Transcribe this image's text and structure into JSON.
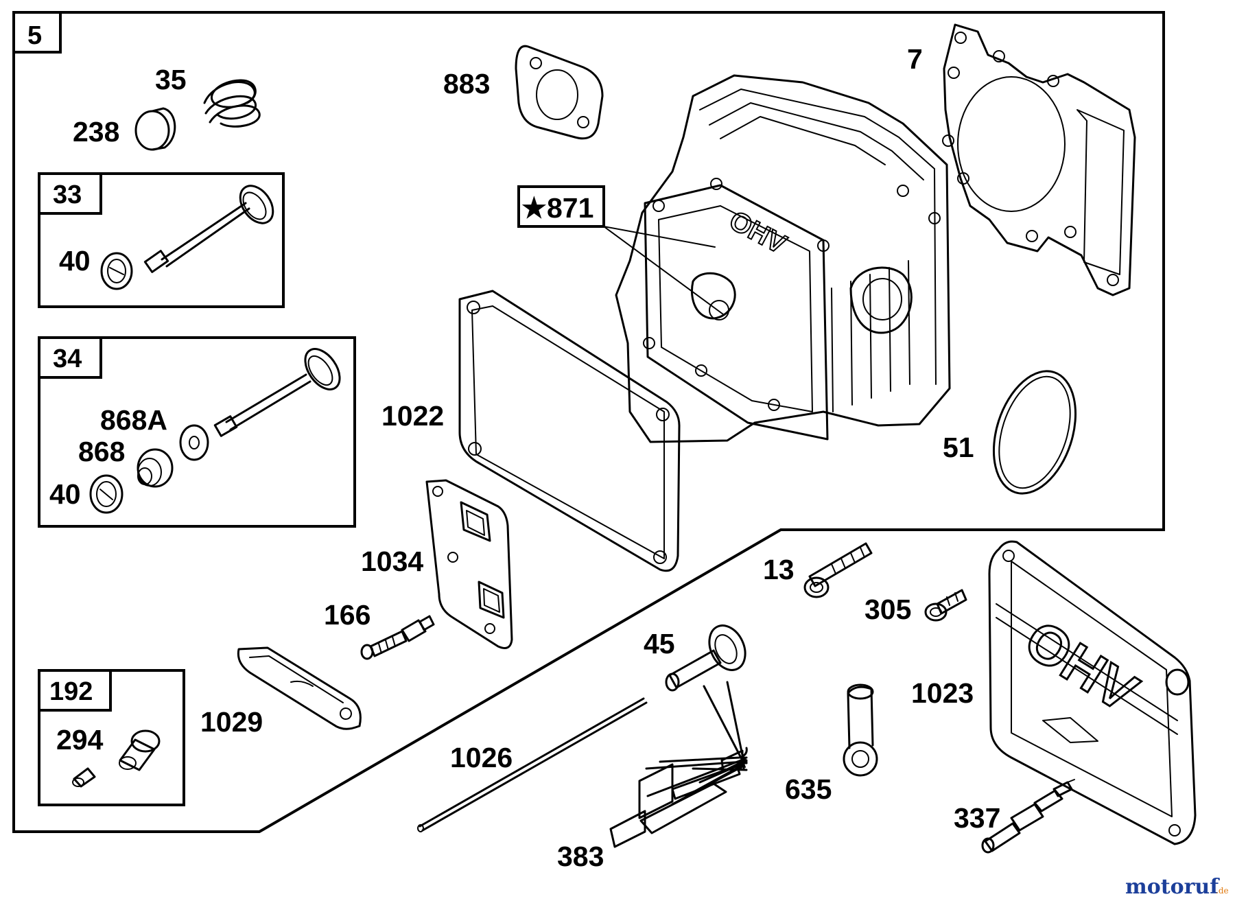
{
  "group_boxes": {
    "main": "5",
    "intake_valve": "33",
    "exhaust_valve": "34",
    "breather": "192"
  },
  "labels": {
    "p35": "35",
    "p238": "238",
    "p883": "883",
    "p7": "7",
    "p871": "871",
    "p40a": "40",
    "p868a": "868A",
    "p868": "868",
    "p40b": "40",
    "p1022": "1022",
    "p51": "51",
    "p1034": "1034",
    "p166": "166",
    "p1029": "1029",
    "p294": "294",
    "p13": "13",
    "p305": "305",
    "p45": "45",
    "p1023": "1023",
    "p1026": "1026",
    "p635": "635",
    "p337": "337",
    "p383": "383"
  },
  "markings": {
    "cover_text": "OHV",
    "head_text": "OHV"
  },
  "star_symbol": "★",
  "watermark": {
    "main": "motoruf",
    "suffix": ".de"
  },
  "colors": {
    "line": "#000000",
    "background": "#ffffff",
    "watermark_a": "#1c3f9a",
    "watermark_b": "#e07a10"
  }
}
